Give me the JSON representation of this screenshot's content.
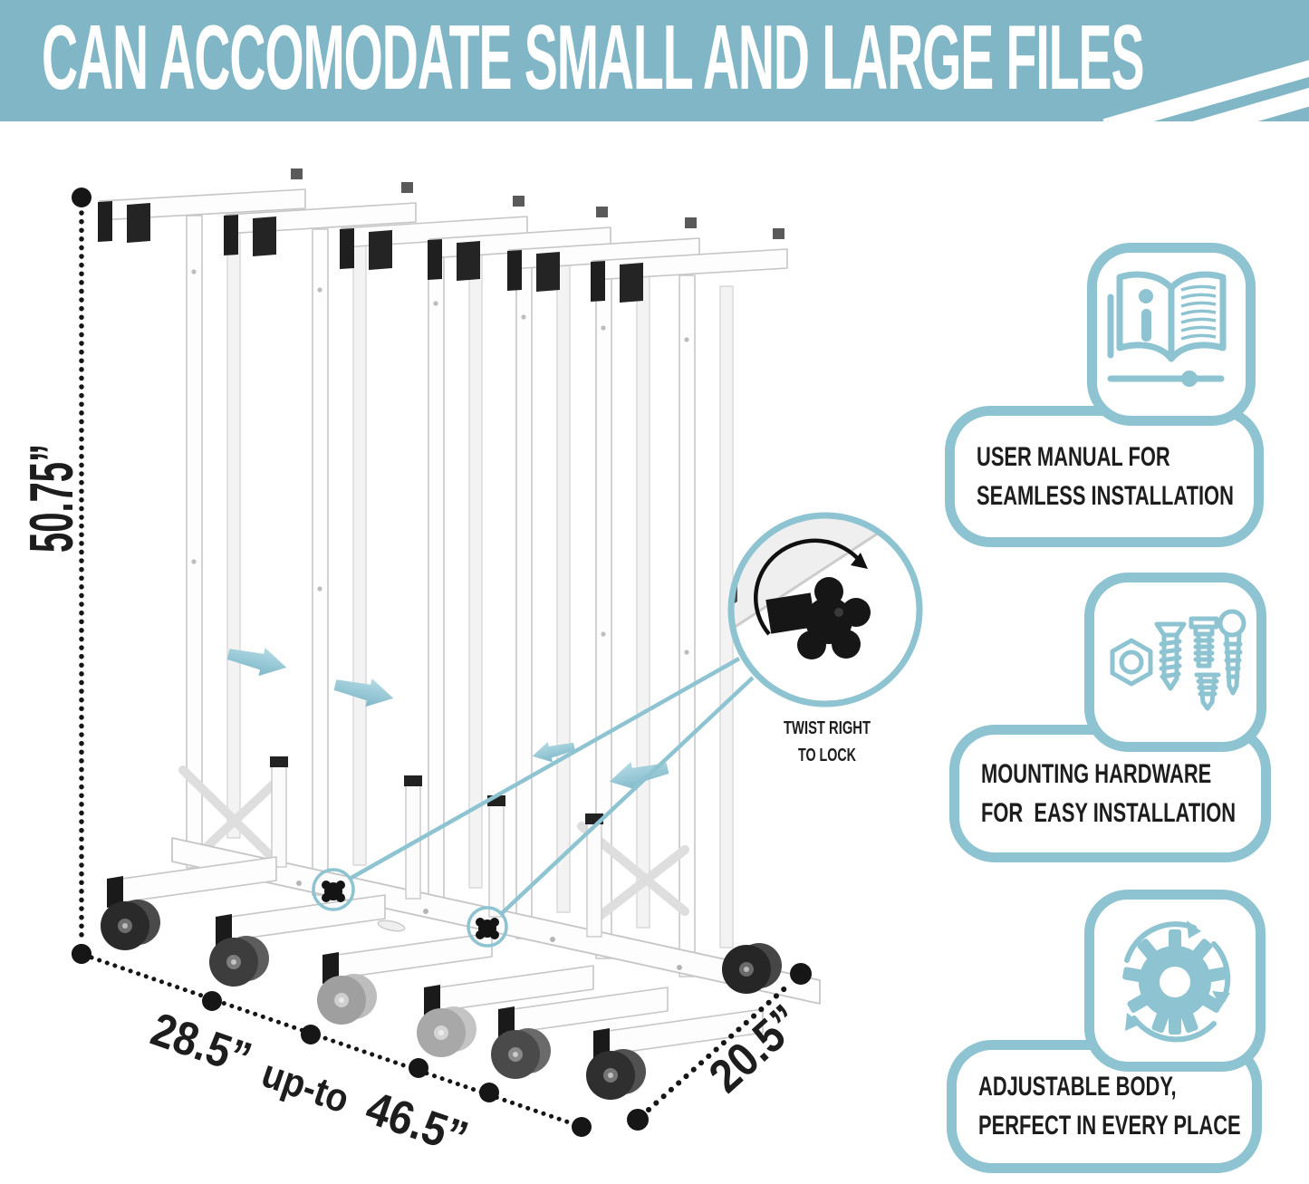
{
  "banner": {
    "title": "CAN ACCOMODATE SMALL AND LARGE FILES"
  },
  "dimensions": {
    "height": "50.75”",
    "width_min": "28.5”",
    "width_connector": "up-to",
    "width_max": "46.5”",
    "depth": "20.5”"
  },
  "knob_callout": {
    "line1": "TWIST RIGHT",
    "line2": "TO LOCK"
  },
  "features": [
    {
      "icon": "user-manual-book-icon",
      "line1": "USER MANUAL FOR",
      "line2": "SEAMLESS INSTALLATION"
    },
    {
      "icon": "mounting-hardware-icon",
      "line1": "MOUNTING HARDWARE",
      "line2": "FOR  EASY INSTALLATION"
    },
    {
      "icon": "adjustable-gear-icon",
      "line1": "ADJUSTABLE BODY,",
      "line2": "PERFECT IN EVERY PLACE"
    }
  ],
  "colors": {
    "banner_bg": "#80b6c5",
    "accent_teal": "#8ec3d1",
    "arrow_fill": "#97c9d6",
    "text_dark": "#1d1d1d",
    "rack_white": "#fdfdfd"
  }
}
